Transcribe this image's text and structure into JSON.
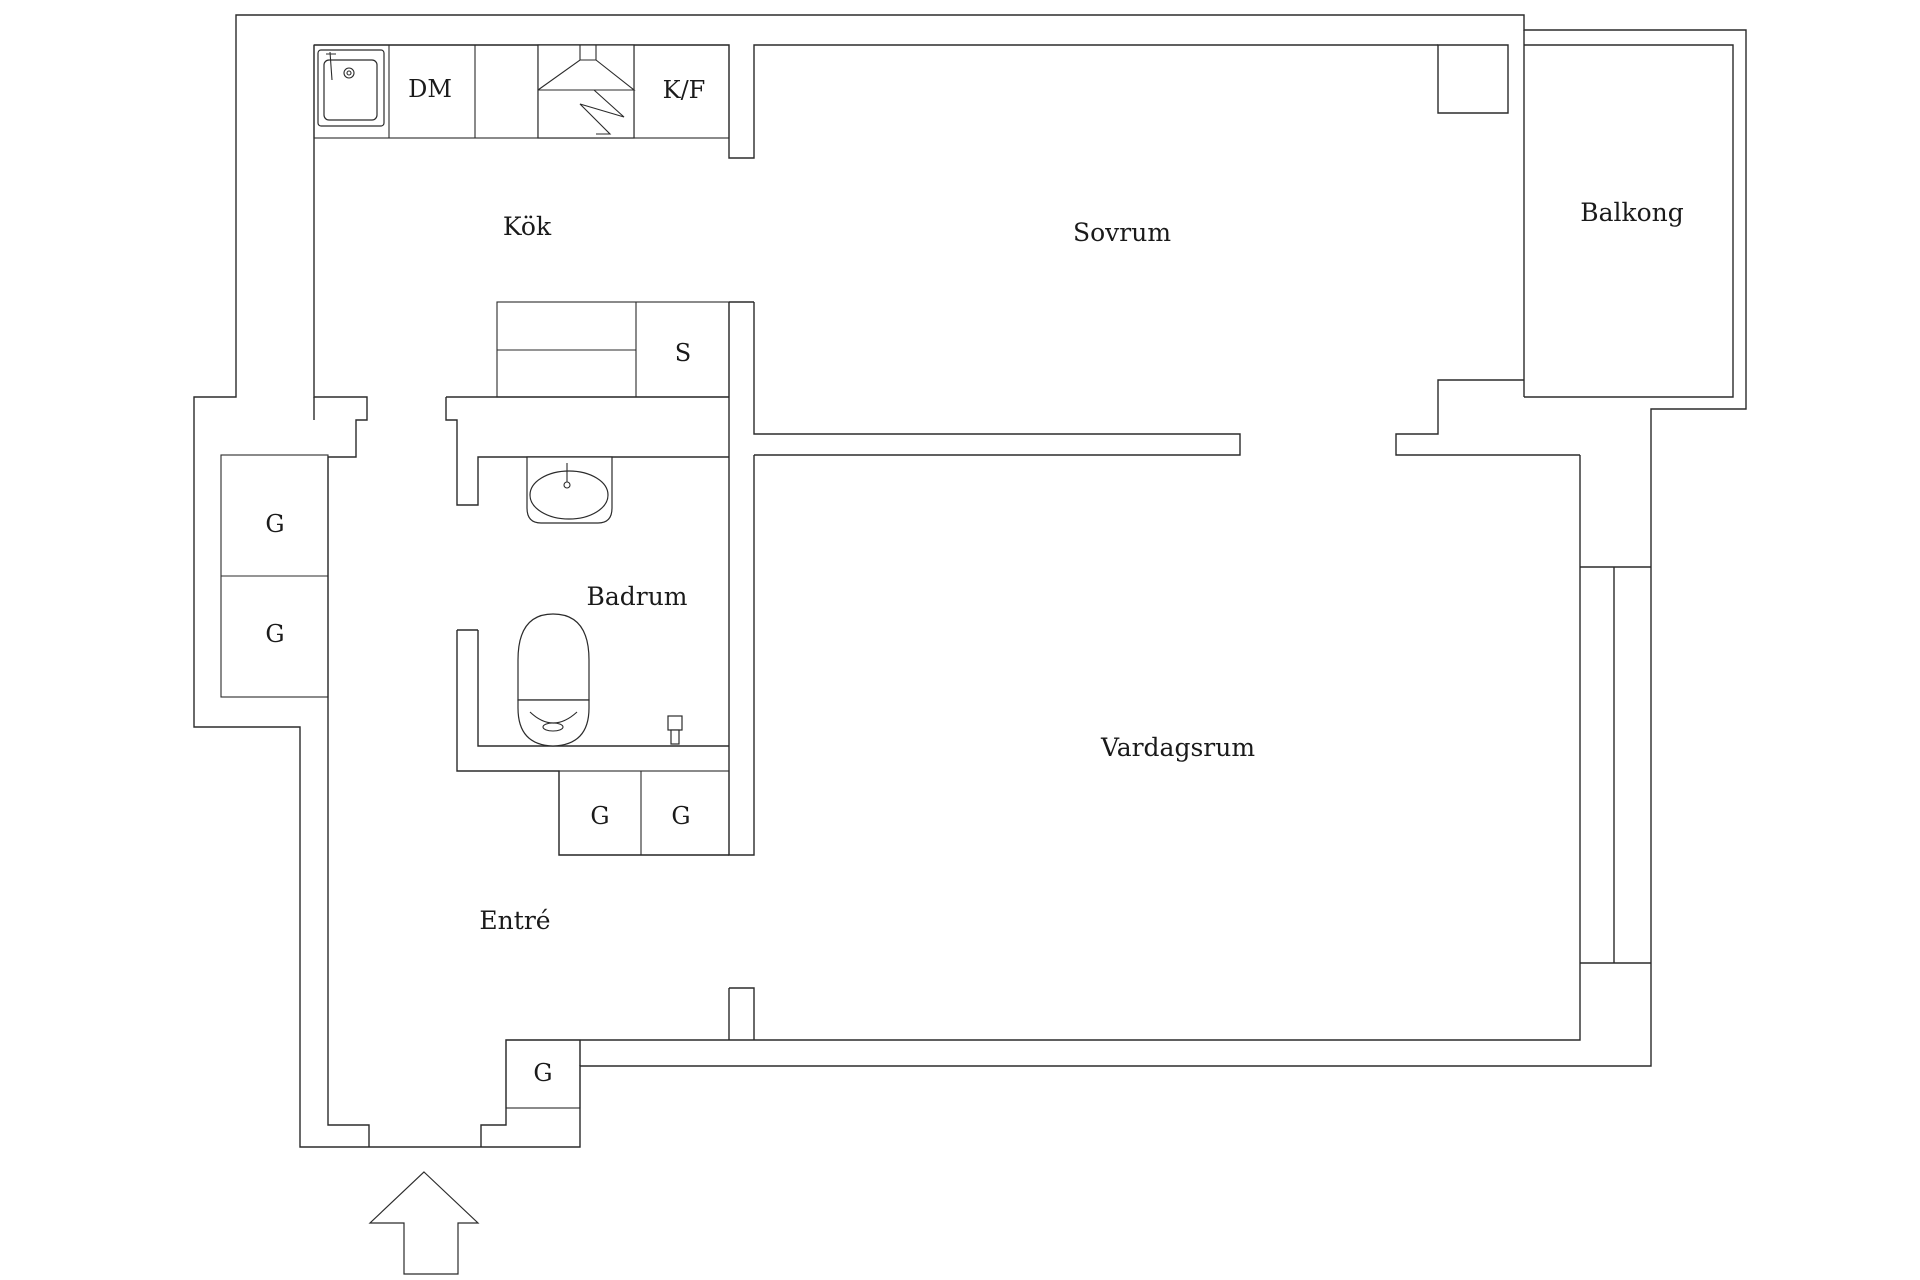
{
  "rooms": {
    "kitchen": "Kök",
    "bedroom": "Sovrum",
    "balcony": "Balkong",
    "bathroom": "Badrum",
    "living": "Vardagsrum",
    "entrance": "Entré"
  },
  "fixtures": {
    "dishwasher": "DM",
    "fridge_freezer": "K/F",
    "shelf": "S",
    "closet_1": "G",
    "closet_2": "G",
    "closet_3": "G",
    "closet_4": "G",
    "closet_5": "G"
  },
  "icons": {
    "sink": "kitchen-sink-icon",
    "hood": "range-hood-icon",
    "washbasin": "washbasin-icon",
    "toilet": "toilet-icon",
    "entrance_arrow": "entrance-arrow-icon"
  }
}
